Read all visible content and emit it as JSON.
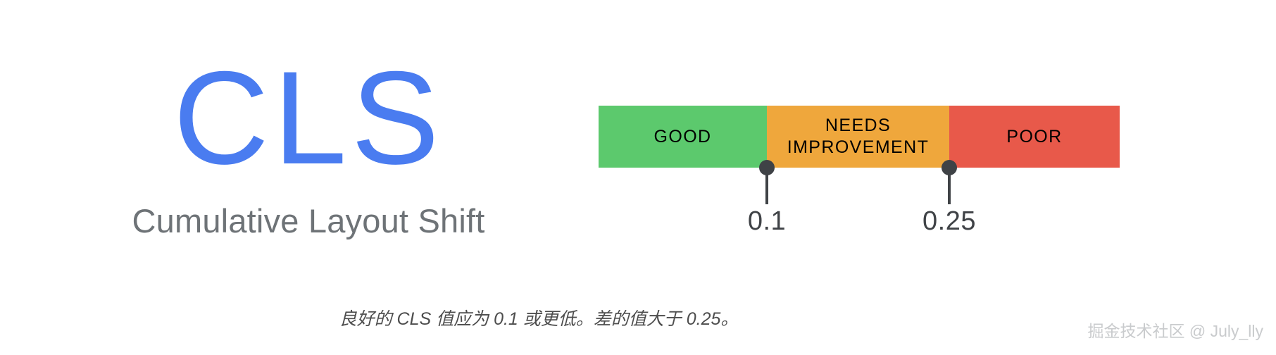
{
  "metric": {
    "acronym": "CLS",
    "acronym_color": "#4A7CF0",
    "full_name": "Cumulative Layout Shift",
    "full_name_color": "#6E7377"
  },
  "scale": {
    "segments": [
      {
        "id": "good",
        "label": "GOOD",
        "color": "#5CC96D",
        "range": "0 – 0.1"
      },
      {
        "id": "needs-improvement",
        "label": "NEEDS\nIMPROVEMENT",
        "color": "#EFA73C",
        "range": "0.1 – 0.25"
      },
      {
        "id": "poor",
        "label": "POOR",
        "color": "#E8594A",
        "range": "> 0.25"
      }
    ],
    "thresholds": [
      {
        "id": "good-ni",
        "value": "0.1"
      },
      {
        "id": "ni-poor",
        "value": "0.25"
      }
    ],
    "marker_color": "#3F4246"
  },
  "caption": {
    "text": "良好的 CLS 值应为 0.1 或更低。差的值大于 0.25。"
  },
  "watermark": {
    "text": "掘金技术社区 @ July_lly"
  },
  "chart_data": {
    "type": "bar",
    "title": "CLS — Cumulative Layout Shift",
    "orientation": "horizontal-stacked-scale",
    "categories": [
      "GOOD",
      "NEEDS IMPROVEMENT",
      "POOR"
    ],
    "values": [
      0.1,
      0.15,
      0.15
    ],
    "colors": [
      "#5CC96D",
      "#EFA73C",
      "#E8594A"
    ],
    "thresholds": [
      0.1,
      0.25
    ],
    "threshold_labels": [
      "0.1",
      "0.25"
    ],
    "xlabel": "",
    "ylabel": "",
    "xlim": [
      0,
      0.4
    ],
    "grid": false,
    "legend": "none",
    "annotations": [
      "良好的 CLS 值应为 0.1 或更低。差的值大于 0.25。"
    ]
  }
}
